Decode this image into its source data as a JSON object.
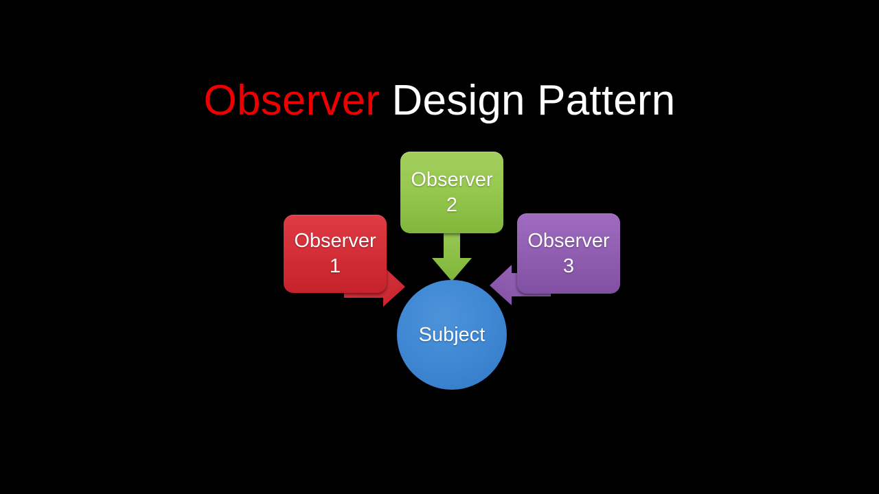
{
  "slide": {
    "background_color": "#000000",
    "title": {
      "highlight_text": "Observer",
      "highlight_color": "#EE0000",
      "rest_text": " Design Pattern",
      "rest_color": "#FFFFFF",
      "full_text": "Observer Design Pattern"
    }
  },
  "diagram": {
    "type": "relationship-diagram",
    "description": "Three Observer nodes each point with an arrow toward a central Subject node.",
    "nodes": [
      {
        "id": "observer-1",
        "label": "Observer\n1",
        "name_line": "Observer",
        "number_line": "1",
        "shape": "rounded-rectangle",
        "color": "#D52F39",
        "text_color": "#FFFFFF"
      },
      {
        "id": "observer-2",
        "label": "Observer\n2",
        "name_line": "Observer",
        "number_line": "2",
        "shape": "rounded-rectangle",
        "color": "#97C84F",
        "text_color": "#FFFFFF"
      },
      {
        "id": "observer-3",
        "label": "Observer\n3",
        "name_line": "Observer",
        "number_line": "3",
        "shape": "rounded-rectangle",
        "color": "#9260B3",
        "text_color": "#FFFFFF"
      },
      {
        "id": "subject",
        "label": "Subject",
        "shape": "circle",
        "color": "#3E86D2",
        "text_color": "#FFFFFF"
      }
    ],
    "connectors": [
      {
        "id": "observer-1-to-subject",
        "from": "observer-1",
        "to": "subject",
        "direction": "down-right",
        "color": "#D52F39",
        "style": "bent-block-arrow"
      },
      {
        "id": "observer-2-to-subject",
        "from": "observer-2",
        "to": "subject",
        "direction": "down",
        "color": "#8DBE45",
        "style": "straight-block-arrow"
      },
      {
        "id": "observer-3-to-subject",
        "from": "observer-3",
        "to": "subject",
        "direction": "down-left",
        "color": "#9260B3",
        "style": "bent-block-arrow"
      }
    ]
  }
}
